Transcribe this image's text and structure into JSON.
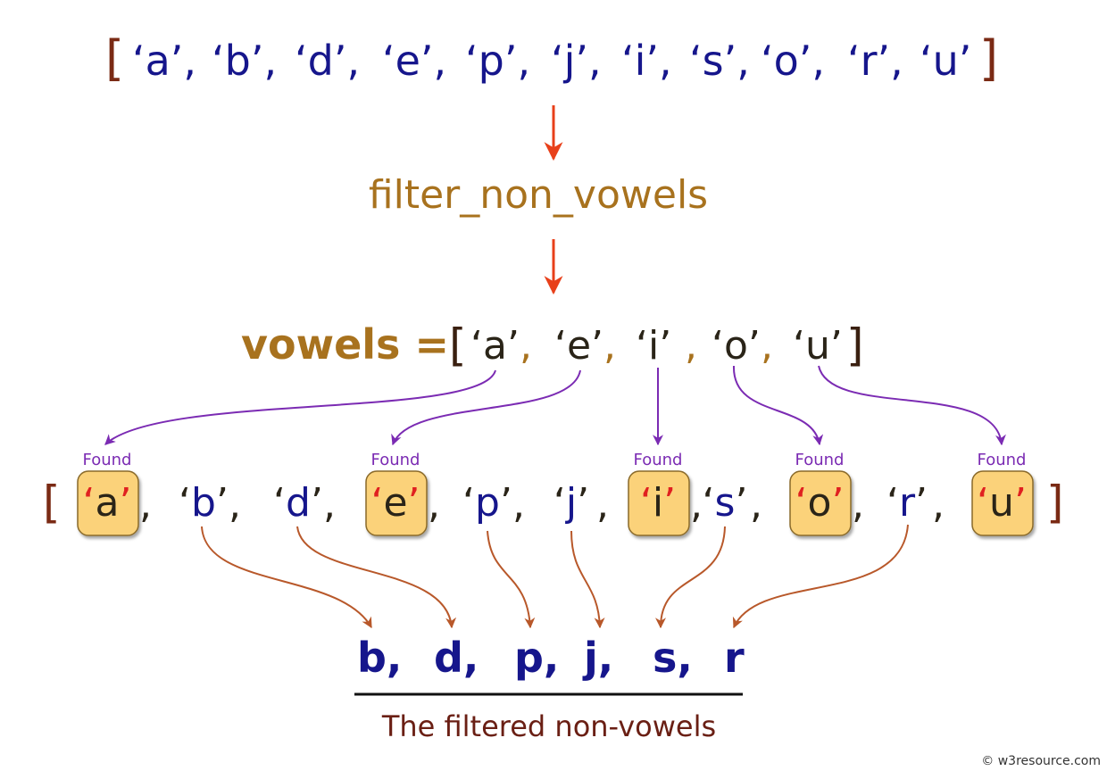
{
  "input_list": {
    "open_bracket": "[",
    "close_bracket": "]",
    "items": [
      "‘a’,",
      "‘b’,",
      "‘d’,",
      "‘e’,",
      "‘p’,",
      "‘j’,",
      "‘i’,",
      "‘s’,",
      "‘o’,",
      "‘r’,",
      "‘u’"
    ]
  },
  "function_name": "filter_non_vowels",
  "vowels_line": {
    "prefix": "vowels = ",
    "open_bracket": "[",
    "close_bracket": "]",
    "items": [
      "‘a’",
      "‘e’",
      "‘i’",
      "‘o’",
      "‘u’"
    ],
    "separator": ","
  },
  "found_label": "Found",
  "check_list": {
    "open_bracket": "[",
    "close_bracket": "]",
    "open_quote": "‘",
    "close_quote": "’",
    "separator": ",",
    "items": [
      {
        "letter": "a",
        "vowel": true
      },
      {
        "letter": "b",
        "vowel": false
      },
      {
        "letter": "d",
        "vowel": false
      },
      {
        "letter": "e",
        "vowel": true
      },
      {
        "letter": "p",
        "vowel": false
      },
      {
        "letter": "j",
        "vowel": false
      },
      {
        "letter": "i",
        "vowel": true
      },
      {
        "letter": "s",
        "vowel": false
      },
      {
        "letter": "o",
        "vowel": true
      },
      {
        "letter": "r",
        "vowel": false
      },
      {
        "letter": "u",
        "vowel": true
      }
    ]
  },
  "result": {
    "items": [
      "b,",
      "d,",
      "p,",
      "j,",
      "s,",
      "r"
    ],
    "caption": "The filtered non-vowels"
  },
  "watermark": "© w3resource.com",
  "colors": {
    "bracket": "#7a2a14",
    "letter_blue": "#16168c",
    "function_brown": "#a8721e",
    "vowel_dark": "#2a2418",
    "found_purple": "#7b2bb3",
    "box_fill": "#fbd27a",
    "box_stroke": "#8a6a2a",
    "quote_red": "#e02020",
    "down_arrow": "#e8401a",
    "orange_arrow": "#b8582a",
    "caption": "#6a1f14"
  }
}
